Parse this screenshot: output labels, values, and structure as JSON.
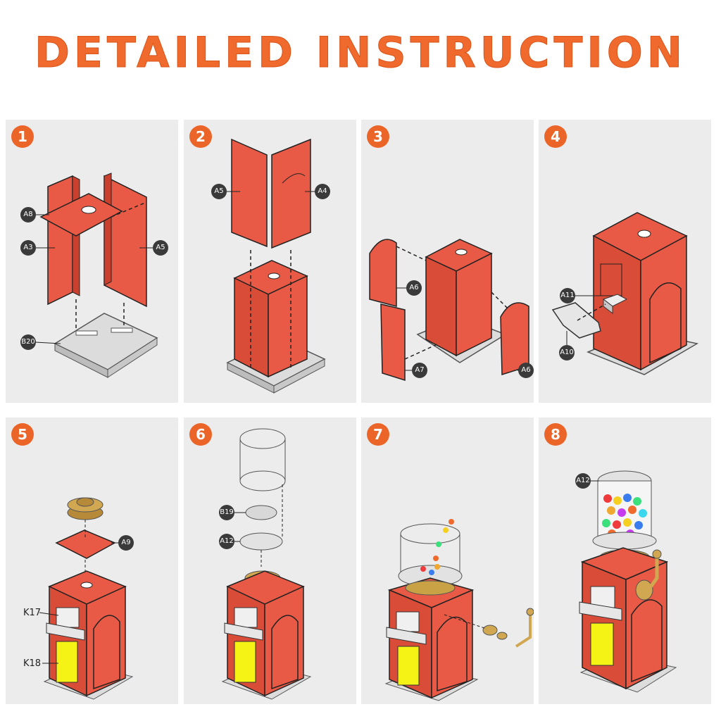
{
  "title": "DETAILED INSTRUCTION",
  "colors": {
    "accent": "#ec6528",
    "wood": "#e85a45",
    "panel_bg": "#ececec"
  },
  "steps": [
    {
      "number": "1",
      "parts": [
        "A8",
        "A3",
        "A5",
        "B20"
      ]
    },
    {
      "number": "2",
      "parts": [
        "A5",
        "A4"
      ]
    },
    {
      "number": "3",
      "parts": [
        "A6",
        "A7",
        "A6"
      ]
    },
    {
      "number": "4",
      "parts": [
        "A11",
        "A10"
      ]
    },
    {
      "number": "5",
      "parts": [
        "A9",
        "K17",
        "K18"
      ]
    },
    {
      "number": "6",
      "parts": [
        "B19",
        "A12"
      ]
    },
    {
      "number": "7",
      "parts": []
    },
    {
      "number": "8",
      "parts": [
        "A12"
      ]
    }
  ]
}
